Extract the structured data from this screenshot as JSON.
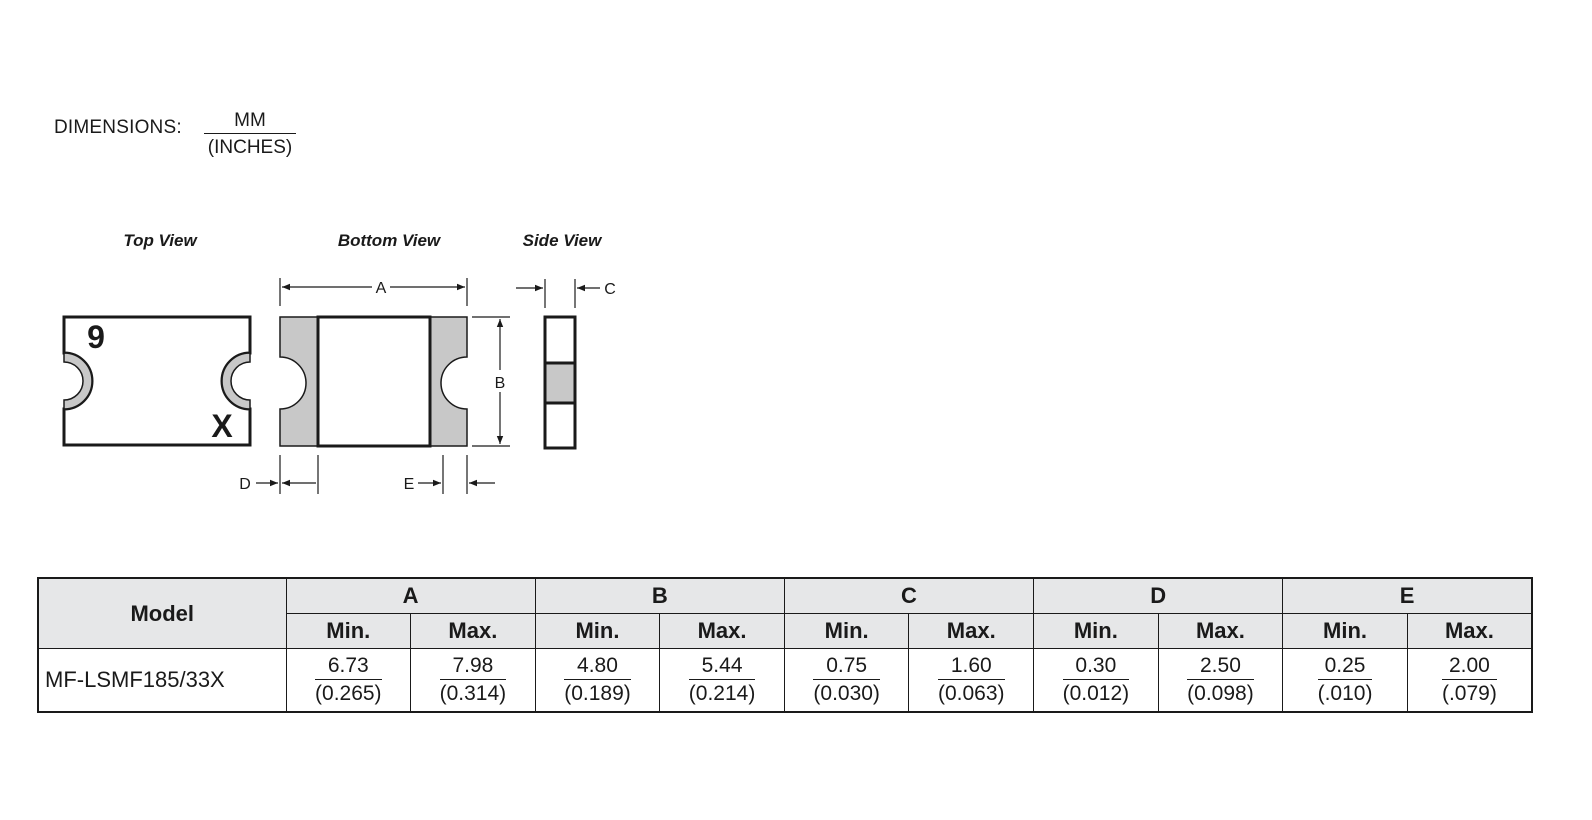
{
  "dimensions": {
    "label": "DIMENSIONS:",
    "unit_top": "MM",
    "unit_bottom": "(INCHES)"
  },
  "views": {
    "top": "Top View",
    "bottom": "Bottom View",
    "side": "Side View"
  },
  "markings": {
    "rating_code": "9",
    "lot_code": "X"
  },
  "dimension_letters": {
    "a": "A",
    "b": "B",
    "c": "C",
    "d": "D",
    "e": "E"
  },
  "table": {
    "model_header": "Model",
    "groups": [
      "A",
      "B",
      "C",
      "D",
      "E"
    ],
    "min_label": "Min.",
    "max_label": "Max.",
    "rows": [
      {
        "model": "MF-LSMF185/33X",
        "cells": [
          {
            "mm": "6.73",
            "in": "(0.265)"
          },
          {
            "mm": "7.98",
            "in": "(0.314)"
          },
          {
            "mm": "4.80",
            "in": "(0.189)"
          },
          {
            "mm": "5.44",
            "in": "(0.214)"
          },
          {
            "mm": "0.75",
            "in": "(0.030)"
          },
          {
            "mm": "1.60",
            "in": "(0.063)"
          },
          {
            "mm": "0.30",
            "in": "(0.012)"
          },
          {
            "mm": "2.50",
            "in": "(0.098)"
          },
          {
            "mm": "0.25",
            "in": "(.010)"
          },
          {
            "mm": "2.00",
            "in": "(.079)"
          }
        ]
      }
    ]
  },
  "colors": {
    "line": "#1a1a1a",
    "terminal_fill": "#c8c8c8",
    "header_fill": "#e6e7e8"
  }
}
